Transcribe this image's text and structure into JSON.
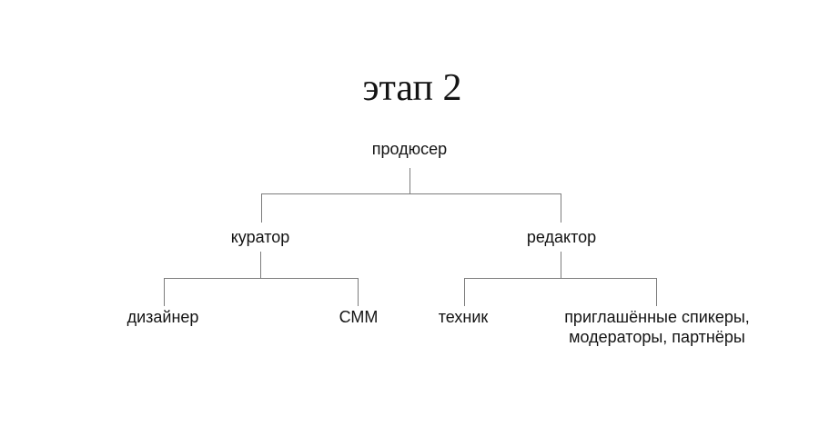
{
  "title": "этап 2",
  "colors": {
    "background": "#ffffff",
    "line": "#7c7c7c",
    "text": "#141414"
  },
  "org_chart": {
    "root": {
      "label": "продюсер"
    },
    "children": [
      {
        "label": "куратор",
        "children": [
          {
            "label": "дизайнер"
          },
          {
            "label": "СММ"
          }
        ]
      },
      {
        "label": "редактор",
        "children": [
          {
            "label": "техник"
          },
          {
            "label": "приглашённые спикеры, модераторы, партнёры"
          }
        ]
      }
    ]
  }
}
